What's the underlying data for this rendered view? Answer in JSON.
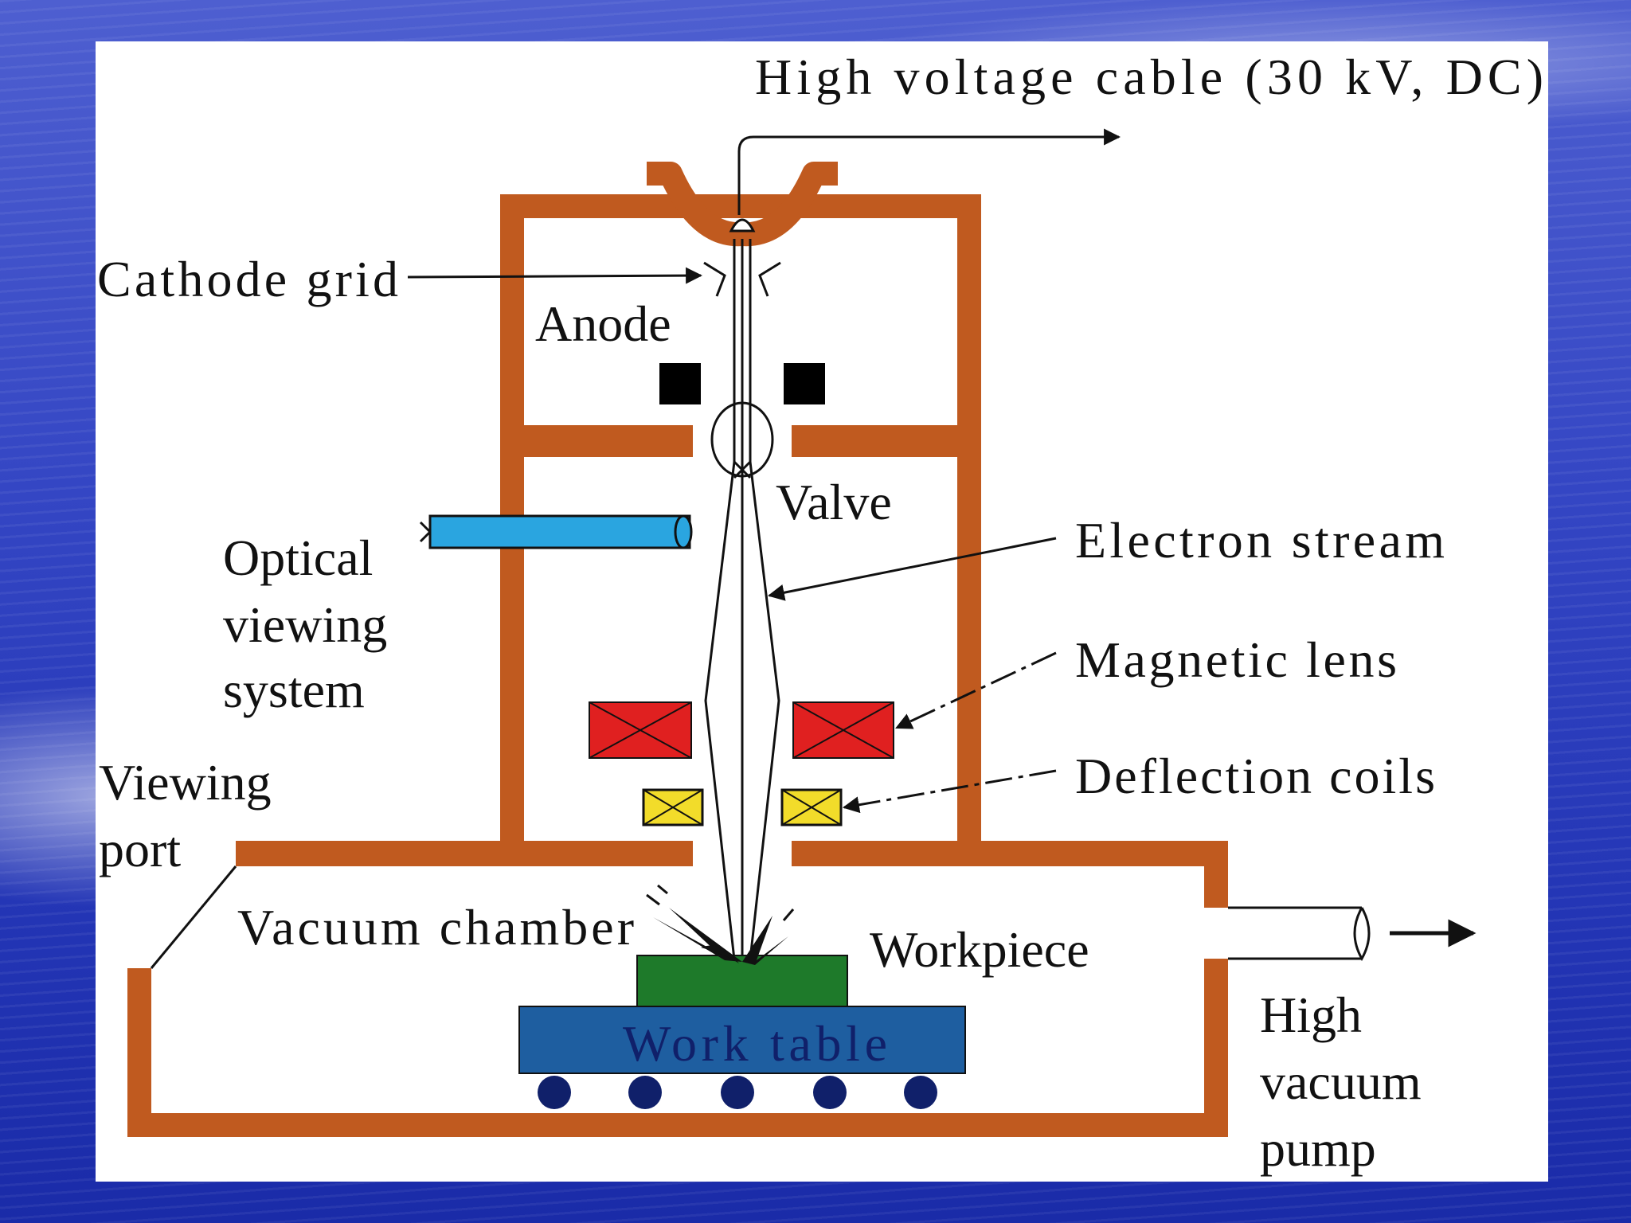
{
  "labels": {
    "high_voltage": "High voltage cable (30 kV, DC)",
    "cathode_grid": "Cathode grid",
    "anode": "Anode",
    "valve": "Valve",
    "electron_stream": "Electron stream",
    "optical_1": "Optical",
    "optical_2": "viewing",
    "optical_3": "system",
    "magnetic_lens": "Magnetic lens",
    "deflection_coils": "Deflection coils",
    "viewing_1": "Viewing",
    "viewing_2": "port",
    "vacuum_chamber": "Vacuum chamber",
    "workpiece": "Workpiece",
    "work_table": "Work table",
    "pump_1": "High",
    "pump_2": "vacuum",
    "pump_3": "pump"
  },
  "colors": {
    "wall": "#c05a1f",
    "viewer": "#2aa5e0",
    "lens": "#e02020",
    "coil": "#f2dc2a",
    "workpiece": "#1e7a2a",
    "table": "#1e5ea0",
    "wheel": "#10206a"
  }
}
